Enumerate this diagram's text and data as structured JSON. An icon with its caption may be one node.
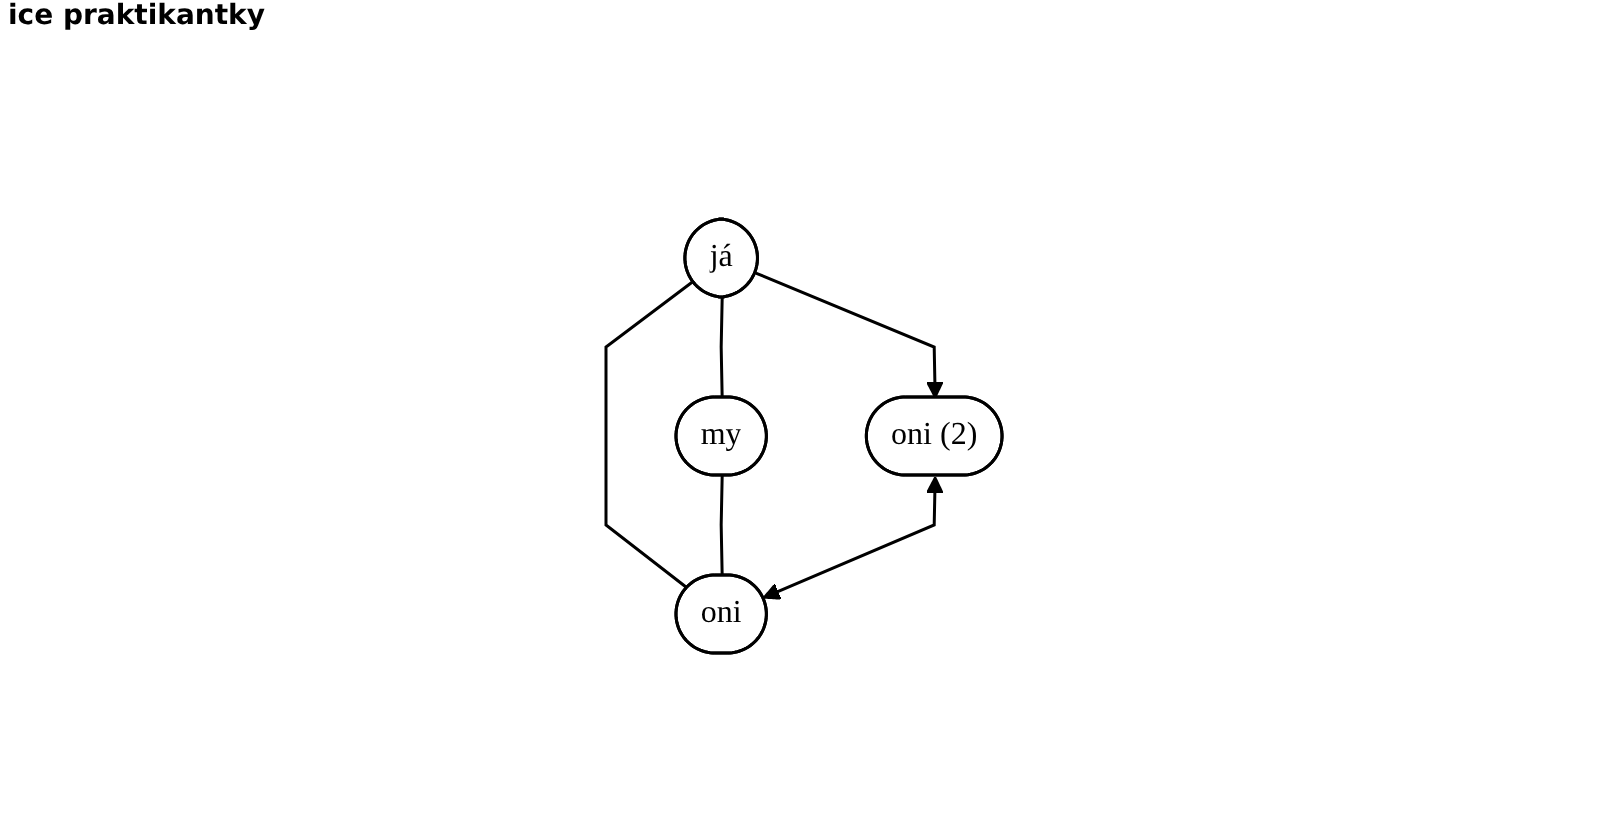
{
  "diagram": {
    "nodes": [
      {
        "text": [
          "já"
        ]
      },
      {
        "text": [
          "my"
        ]
      },
      {
        "text": [
          "oni"
        ]
      },
      {
        "text": [
          "oni (2)"
        ]
      }
    ],
    "edges": [
      {
        "from": 0,
        "to": 1,
        "arrow": "none"
      },
      {
        "from": 0,
        "to": 2,
        "arrow": "none"
      },
      {
        "from": 1,
        "to": 2,
        "arrow": "none"
      },
      {
        "from": 0,
        "to": 3,
        "arrow": "to"
      },
      {
        "from": 3,
        "to": 2,
        "arrow": "both"
      }
    ],
    "labels": [
      "ice praktikantky"
    ]
  }
}
